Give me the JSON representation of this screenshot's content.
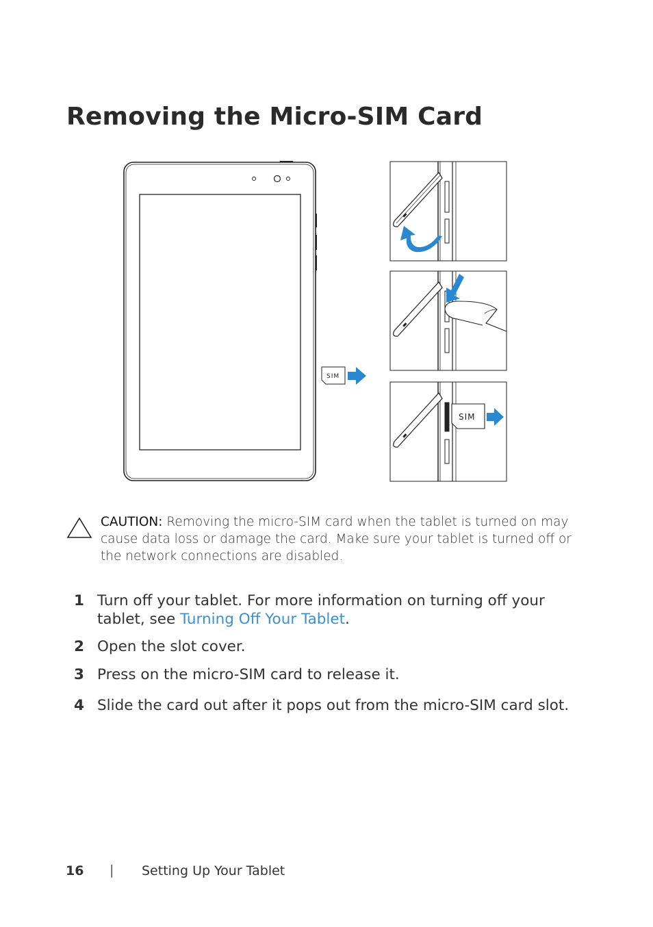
{
  "page_title": "Removing the Micro-SIM Card",
  "figure": {
    "sim_label_small": "SIM",
    "sim_label_large": "SIM",
    "arrow_color": "#2a88d0"
  },
  "caution": {
    "label": "CAUTION:",
    "text": " Removing the micro-SIM card when the tablet is turned on may cause data loss or damage the card. Make sure your tablet is turned off or the network connections are disabled."
  },
  "steps": [
    {
      "number": "1",
      "text_before": "Turn off your tablet. For more information on turning off your tablet, see ",
      "link": "Turning Off Your Tablet",
      "text_after": "."
    },
    {
      "number": "2",
      "text": "Open the slot cover."
    },
    {
      "number": "3",
      "text": "Press on the micro-SIM card to release it."
    },
    {
      "number": "4",
      "text": "Slide the card out after it pops out from the micro-SIM card slot."
    }
  ],
  "footer": {
    "page_number": "16",
    "separator": "|",
    "section_title": "Setting Up Your Tablet"
  }
}
